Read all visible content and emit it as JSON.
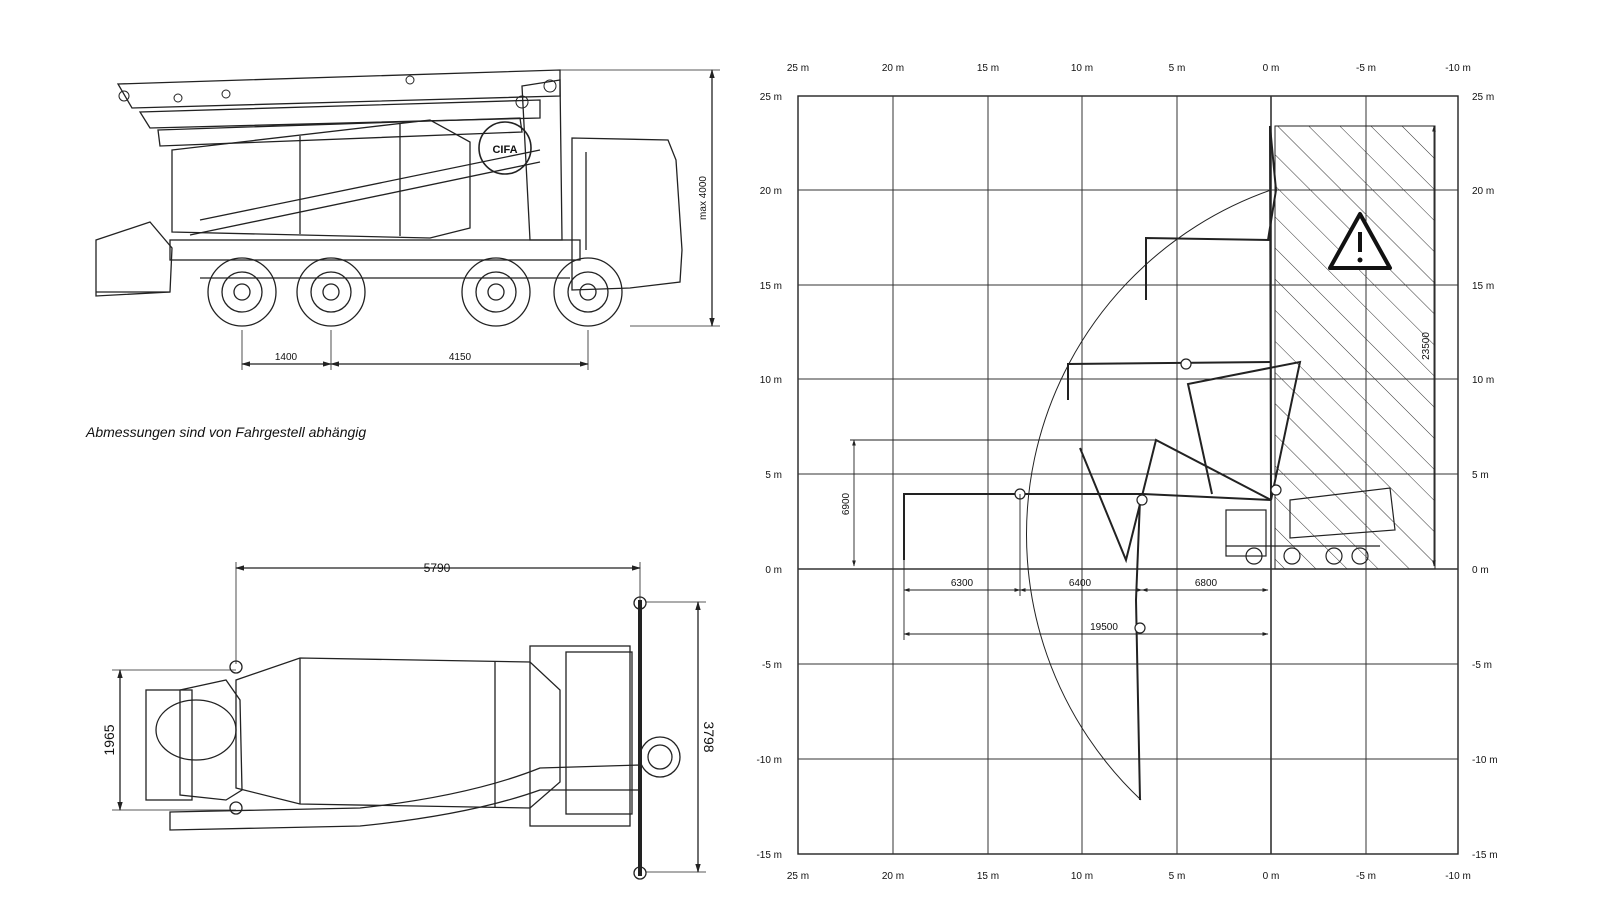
{
  "note": "Abmessungen sind von Fahrgestell abhängig",
  "side_view": {
    "logo_text": "CIFA",
    "height_label": "max 4000",
    "dim_axle_1": "1400",
    "dim_axle_2": "4150"
  },
  "top_view": {
    "length_label": "5790",
    "width_label": "1965",
    "outrigger_label": "3798"
  },
  "reach_diagram": {
    "x_axis_labels": [
      "25 m",
      "20 m",
      "15 m",
      "10 m",
      "5 m",
      "0 m",
      "-5 m",
      "-10 m"
    ],
    "y_axis_labels": [
      "25 m",
      "20 m",
      "15 m",
      "10 m",
      "5 m",
      "0 m",
      "-5 m",
      "-10 m",
      "-15 m"
    ],
    "vertical_reach": "23500",
    "height_6900": "6900",
    "seg_1": "6300",
    "seg_2": "6400",
    "seg_3": "6800",
    "horizontal_reach": "19500"
  }
}
